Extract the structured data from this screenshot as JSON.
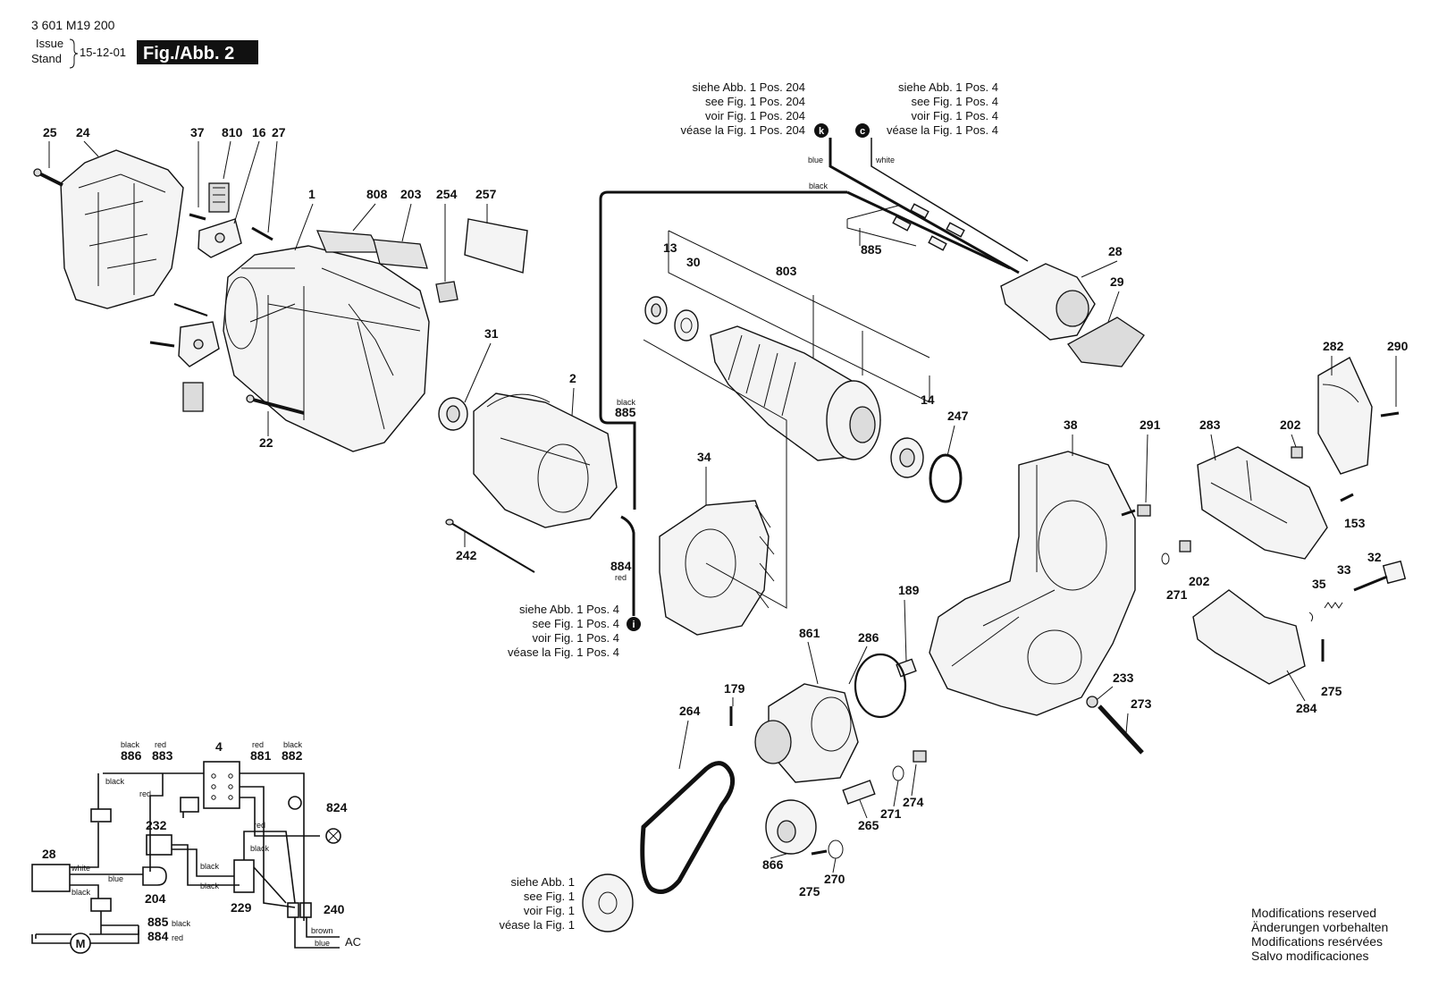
{
  "header": {
    "doc_number": "3 601 M19 200",
    "issue_label": "Issue",
    "stand_label": "Stand",
    "date": "15-12-01",
    "figure_label": "Fig./Abb. 2"
  },
  "refs": {
    "k": {
      "marker": "k",
      "lines": [
        "siehe Abb. 1 Pos. 204",
        "see Fig.   1 Pos. 204",
        "voir Fig.   1 Pos. 204",
        "véase la Fig. 1 Pos. 204"
      ]
    },
    "c": {
      "marker": "c",
      "lines": [
        "siehe Abb. 1 Pos. 4",
        "see Fig.   1 Pos. 4",
        "voir Fig.   1 Pos. 4",
        "véase la Fig. 1 Pos. 4"
      ]
    },
    "i": {
      "marker": "i",
      "lines": [
        "siehe Abb. 1 Pos. 4",
        "see Fig.   1 Pos. 4",
        "voir Fig.   1 Pos. 4",
        "véase la Fig. 1 Pos. 4"
      ]
    },
    "pulley": {
      "lines": [
        "siehe Abb. 1",
        "see Fig. 1",
        "voir Fig. 1",
        "véase la Fig. 1"
      ]
    }
  },
  "wire_colors": {
    "blue": "blue",
    "white": "white",
    "black": "black",
    "red": "red",
    "brown": "brown",
    "ac": "AC",
    "motor": "M"
  },
  "parts": [
    {
      "id": "p25",
      "label": "25"
    },
    {
      "id": "p24",
      "label": "24"
    },
    {
      "id": "p37",
      "label": "37"
    },
    {
      "id": "p810",
      "label": "810"
    },
    {
      "id": "p16",
      "label": "16"
    },
    {
      "id": "p27",
      "label": "27"
    },
    {
      "id": "p1",
      "label": "1"
    },
    {
      "id": "p808",
      "label": "808"
    },
    {
      "id": "p203",
      "label": "203"
    },
    {
      "id": "p254",
      "label": "254"
    },
    {
      "id": "p257",
      "label": "257"
    },
    {
      "id": "p22",
      "label": "22"
    },
    {
      "id": "p31",
      "label": "31"
    },
    {
      "id": "p2",
      "label": "2"
    },
    {
      "id": "p885a",
      "label": "885"
    },
    {
      "id": "p242",
      "label": "242"
    },
    {
      "id": "p884a",
      "label": "884"
    },
    {
      "id": "p13",
      "label": "13"
    },
    {
      "id": "p30",
      "label": "30"
    },
    {
      "id": "p803",
      "label": "803"
    },
    {
      "id": "p885b",
      "label": "885"
    },
    {
      "id": "p28",
      "label": "28"
    },
    {
      "id": "p29",
      "label": "29"
    },
    {
      "id": "p14",
      "label": "14"
    },
    {
      "id": "p247",
      "label": "247"
    },
    {
      "id": "p34",
      "label": "34"
    },
    {
      "id": "p38",
      "label": "38"
    },
    {
      "id": "p291",
      "label": "291"
    },
    {
      "id": "p283",
      "label": "283"
    },
    {
      "id": "p202a",
      "label": "202"
    },
    {
      "id": "p282",
      "label": "282"
    },
    {
      "id": "p290",
      "label": "290"
    },
    {
      "id": "p153",
      "label": "153"
    },
    {
      "id": "p271a",
      "label": "271"
    },
    {
      "id": "p202b",
      "label": "202"
    },
    {
      "id": "p32",
      "label": "32"
    },
    {
      "id": "p33",
      "label": "33"
    },
    {
      "id": "p35",
      "label": "35"
    },
    {
      "id": "p189",
      "label": "189"
    },
    {
      "id": "p861",
      "label": "861"
    },
    {
      "id": "p286",
      "label": "286"
    },
    {
      "id": "p179",
      "label": "179"
    },
    {
      "id": "p264",
      "label": "264"
    },
    {
      "id": "p233",
      "label": "233"
    },
    {
      "id": "p273",
      "label": "273"
    },
    {
      "id": "p284",
      "label": "284"
    },
    {
      "id": "p275a",
      "label": "275"
    },
    {
      "id": "p274",
      "label": "274"
    },
    {
      "id": "p271b",
      "label": "271"
    },
    {
      "id": "p265",
      "label": "265"
    },
    {
      "id": "p866",
      "label": "866"
    },
    {
      "id": "p275b",
      "label": "275"
    },
    {
      "id": "p270",
      "label": "270"
    }
  ],
  "schematic": {
    "labels": [
      {
        "id": "s886",
        "label": "886"
      },
      {
        "id": "s883",
        "label": "883"
      },
      {
        "id": "s4",
        "label": "4"
      },
      {
        "id": "s881",
        "label": "881"
      },
      {
        "id": "s882",
        "label": "882"
      },
      {
        "id": "s824",
        "label": "824"
      },
      {
        "id": "s232",
        "label": "232"
      },
      {
        "id": "s28",
        "label": "28"
      },
      {
        "id": "s204",
        "label": "204"
      },
      {
        "id": "s229",
        "label": "229"
      },
      {
        "id": "s240",
        "label": "240"
      },
      {
        "id": "s885",
        "label": "885"
      },
      {
        "id": "s884",
        "label": "884"
      }
    ]
  },
  "footer": {
    "lines": [
      "Modifications reserved",
      "Änderungen vorbehalten",
      "Modifications resérvées",
      "Salvo modificaciones"
    ]
  }
}
